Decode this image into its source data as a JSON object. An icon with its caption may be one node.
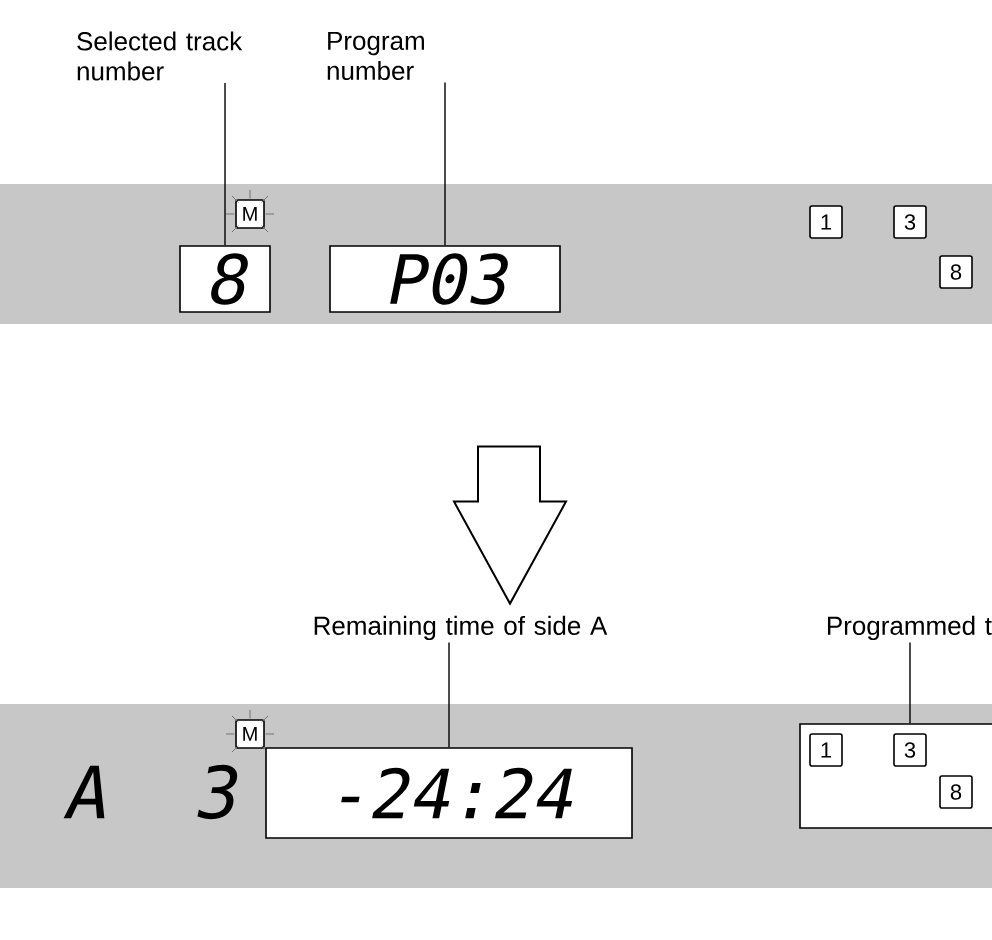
{
  "diagram": {
    "nodes": [
      {
        "text": [
          "Selected track number"
        ]
      },
      {
        "text": [
          "Program number"
        ]
      },
      {
        "text": [],
        "shape": "box"
      },
      {
        "text": [
          "M"
        ],
        "in": 2
      },
      {
        "text": [
          "8"
        ],
        "in": 2
      },
      {
        "text": [
          "P03"
        ],
        "in": 2
      },
      {
        "text": [
          "1"
        ],
        "in": 2
      },
      {
        "text": [
          "3"
        ],
        "in": 2
      },
      {
        "text": [
          "8"
        ],
        "in": 2
      },
      {
        "text": [
          "Remaining time of side A"
        ]
      },
      {
        "text": [
          "Programmed t"
        ]
      },
      {
        "text": [
          "A",
          "3"
        ]
      },
      {
        "text": [
          "M"
        ],
        "in": 11
      },
      {
        "text": [
          "-24:24"
        ],
        "in": 11
      },
      {
        "text": [],
        "shape": "box",
        "in": 11
      },
      {
        "text": [
          "1"
        ],
        "in": 14
      },
      {
        "text": [
          "3"
        ],
        "in": 14
      },
      {
        "text": [
          "8"
        ],
        "in": 14
      }
    ],
    "edges": [
      {
        "from": 0,
        "to": 4,
        "arrow": "none"
      },
      {
        "from": 1,
        "to": 5,
        "arrow": "none"
      },
      {
        "from": 2,
        "to": 11,
        "arrow": "to"
      },
      {
        "from": 9,
        "to": 13,
        "arrow": "none"
      },
      {
        "from": 10,
        "to": 14,
        "arrow": "none"
      }
    ]
  }
}
